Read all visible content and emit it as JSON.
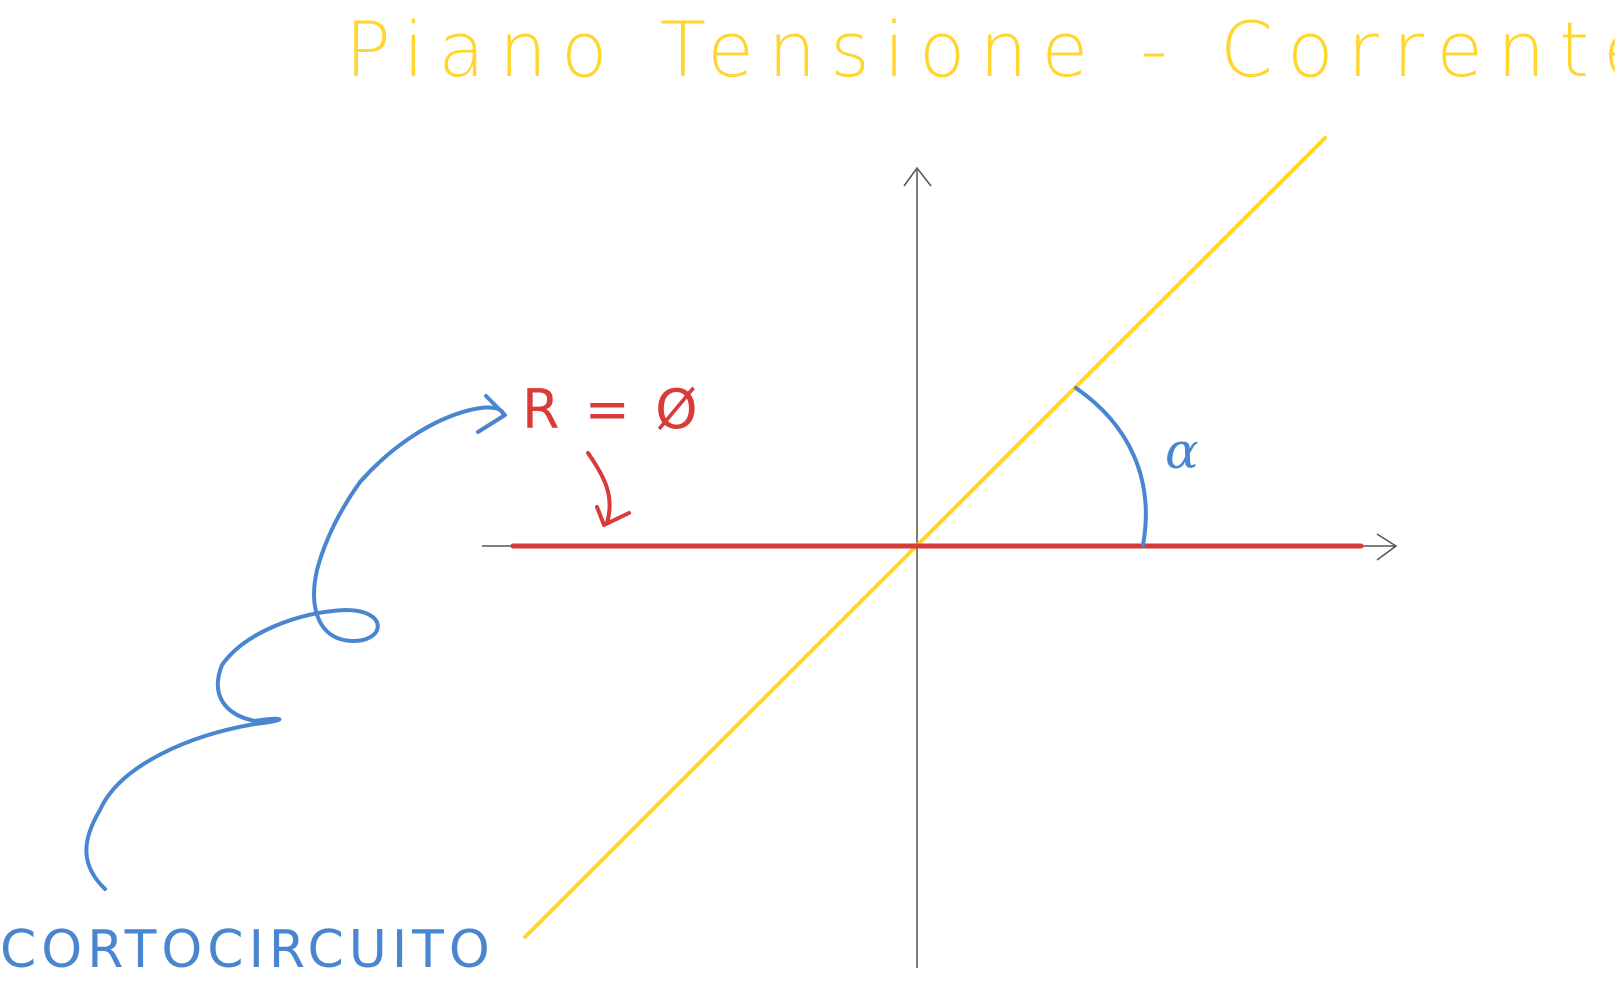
{
  "title": "Piano Tensione - Corrente",
  "labels": {
    "resistance": "R = Ø",
    "angle": "α",
    "short_circuit": "CORTOCIRCUITO"
  },
  "colors": {
    "title": "#FFD52E",
    "yellow_line": "#FFD52E",
    "red_line": "#D93A3A",
    "blue": "#4A86D0",
    "axes": "#555555"
  }
}
